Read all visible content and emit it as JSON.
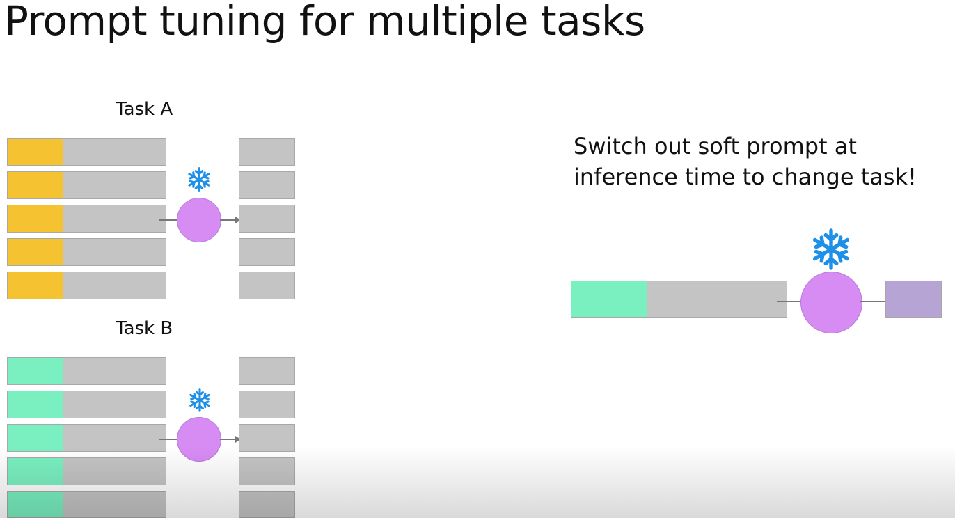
{
  "slide": {
    "title": "Prompt tuning for multiple tasks",
    "task_a_label": "Task A",
    "task_b_label": "Task B",
    "caption_line1": "Switch out soft prompt at",
    "caption_line2": "inference time to change task!"
  },
  "colors": {
    "task_a_prompt": "#f5c232",
    "task_b_prompt": "#7af0c0",
    "input_tokens": "#c4c4c4",
    "output_tokens": "#c4c4c4",
    "final_output": "#b6a5d4",
    "model": "#d78cf4",
    "frozen_icon": "#1e90e8"
  },
  "icons": {
    "frozen": "snowflake-icon"
  }
}
